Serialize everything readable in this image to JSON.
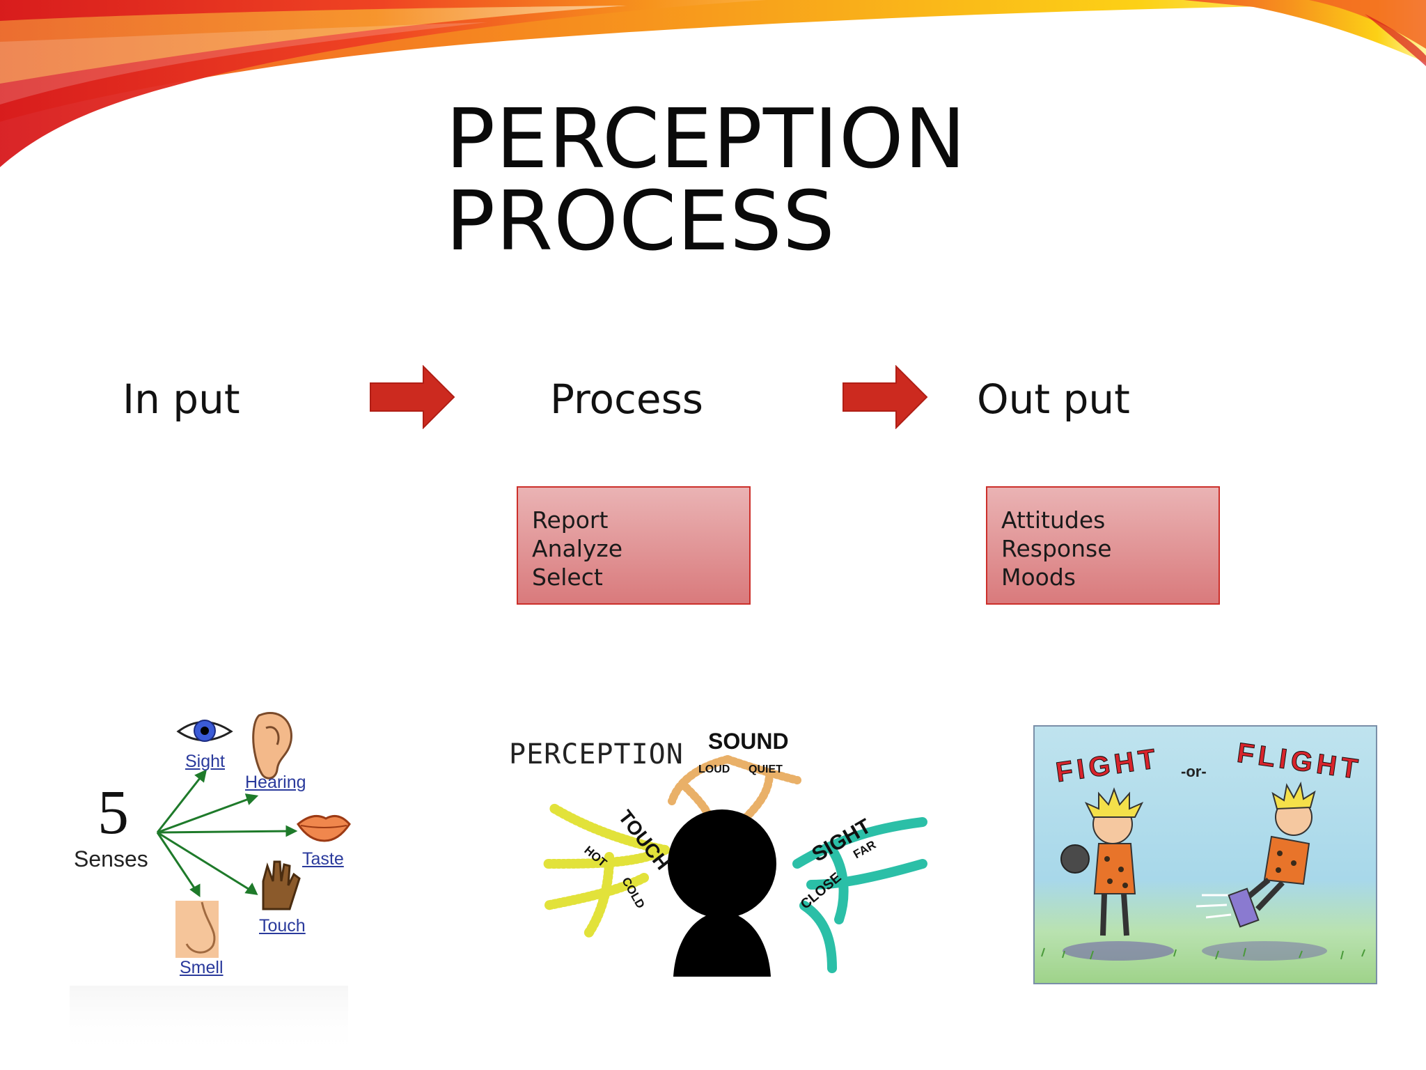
{
  "slide": {
    "title": "PERCEPTION PROCESS",
    "accent_colors": [
      "#e4212c",
      "#f26522",
      "#fbb040",
      "#fff200"
    ],
    "arrow_color": "#cc2a1f",
    "box_fill": "#e09a9b",
    "box_border": "#cc2f2a"
  },
  "stages": {
    "input": {
      "label": "In put"
    },
    "process": {
      "label": "Process",
      "items": [
        "Report",
        "Analyze",
        "Select"
      ]
    },
    "output": {
      "label": "Out put",
      "items": [
        "Attitudes",
        "Response",
        "Moods"
      ]
    }
  },
  "images": {
    "senses": {
      "number": "5",
      "caption": "Senses",
      "senses": [
        "Sight",
        "Hearing",
        "Taste",
        "Touch",
        "Smell"
      ],
      "icons": [
        "eye-icon",
        "ear-icon",
        "lips-icon",
        "hand-icon",
        "nose-icon"
      ]
    },
    "perception_map": {
      "heading": "PERCEPTION",
      "words": [
        "SOUND",
        "LOUD",
        "QUIET",
        "TOUCH",
        "SIGHT",
        "HOT",
        "COLD",
        "FAR",
        "CLOSE"
      ]
    },
    "fight_or_flight": {
      "left_word": "FIGHT",
      "connector": "-or-",
      "right_word": "FLIGHT"
    }
  }
}
